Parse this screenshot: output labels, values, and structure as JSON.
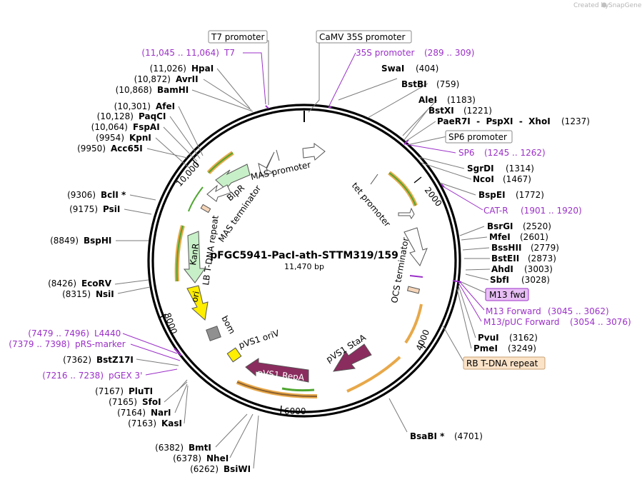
{
  "plasmid": {
    "name": "pFGC5941-PacI-ath-STTM319/159",
    "length_label": "11,470 bp"
  },
  "credit": {
    "prefix": "Created by",
    "brand": "SnapGene"
  },
  "ticks": [
    "2000",
    "4000",
    "6000",
    "8000",
    "10,000"
  ],
  "boxed_labels": {
    "t7_promoter": "T7 promoter",
    "camv35s_promoter": "CaMV 35S promoter",
    "sp6_promoter": "SP6 promoter",
    "m13_fwd": "M13 fwd",
    "rb_tdna_repeat": "RB T-DNA repeat"
  },
  "primers": [
    {
      "name": "T7",
      "pos": "(11,045 .. 11,064)"
    },
    {
      "name": "35S promoter",
      "pos": "(289 .. 309)"
    },
    {
      "name": "SP6",
      "pos": "(1245 .. 1262)"
    },
    {
      "name": "CAT-R",
      "pos": "(1901 .. 1920)"
    },
    {
      "name": "M13 Forward",
      "pos": "(3045 .. 3062)"
    },
    {
      "name": "M13/pUC Forward",
      "pos": "(3054 .. 3076)"
    },
    {
      "name": "L4440",
      "pos": "(7479 .. 7496)"
    },
    {
      "name": "pRS-marker",
      "pos": "(7379 .. 7398)"
    },
    {
      "name": "pGEX 3'",
      "pos": "(7216 .. 7238)"
    }
  ],
  "enzymes_right": [
    {
      "name": "SwaI",
      "pos": "(404)"
    },
    {
      "name": "BstBI",
      "pos": "(759)"
    },
    {
      "name": "AleI",
      "pos": "(1183)"
    },
    {
      "name": "BstXI",
      "pos": "(1221)"
    },
    {
      "name": "PaeR7I  -  PspXI  -  XhoI",
      "pos": "(1237)"
    },
    {
      "name": "SgrDI",
      "pos": "(1314)"
    },
    {
      "name": "NcoI",
      "pos": "(1467)"
    },
    {
      "name": "BspEI",
      "pos": "(1772)"
    },
    {
      "name": "BsrGI",
      "pos": "(2520)"
    },
    {
      "name": "MfeI",
      "pos": "(2601)"
    },
    {
      "name": "BssHII",
      "pos": "(2779)"
    },
    {
      "name": "BstEII",
      "pos": "(2873)"
    },
    {
      "name": "AhdI",
      "pos": "(3003)"
    },
    {
      "name": "SbfI",
      "pos": "(3028)"
    },
    {
      "name": "PvuI",
      "pos": "(3162)"
    },
    {
      "name": "PmeI",
      "pos": "(3249)"
    },
    {
      "name": "BsaBI *",
      "pos": "(4701)"
    }
  ],
  "enzymes_left": [
    {
      "name": "HpaI",
      "pos": "(11,026)"
    },
    {
      "name": "AvrII",
      "pos": "(10,872)"
    },
    {
      "name": "BamHI",
      "pos": "(10,868)"
    },
    {
      "name": "AfeI",
      "pos": "(10,301)"
    },
    {
      "name": "PaqCI",
      "pos": "(10,128)"
    },
    {
      "name": "FspAI",
      "pos": "(10,064)"
    },
    {
      "name": "KpnI",
      "pos": "(9954)"
    },
    {
      "name": "Acc65I",
      "pos": "(9950)"
    },
    {
      "name": "BclI *",
      "pos": "(9306)"
    },
    {
      "name": "PsiI",
      "pos": "(9175)"
    },
    {
      "name": "BspHI",
      "pos": "(8849)"
    },
    {
      "name": "EcoRV",
      "pos": "(8426)"
    },
    {
      "name": "NsiI",
      "pos": "(8315)"
    },
    {
      "name": "BstZ17I",
      "pos": "(7362)"
    },
    {
      "name": "PluTI",
      "pos": "(7167)"
    },
    {
      "name": "SfoI",
      "pos": "(7165)"
    },
    {
      "name": "NarI",
      "pos": "(7164)"
    },
    {
      "name": "KasI",
      "pos": "(7163)"
    },
    {
      "name": "BmtI",
      "pos": "(6382)"
    },
    {
      "name": "NheI",
      "pos": "(6378)"
    },
    {
      "name": "BsiWI",
      "pos": "(6262)"
    }
  ],
  "features": {
    "mas_promoter": "MAS promoter",
    "blpr": "BlpR",
    "mas_terminator": "MAS terminator",
    "lb_tdna_repeat": "LB T-DNA repeat",
    "kanr": "KanR",
    "ori": "ori",
    "bom": "bom",
    "pvs1_oriv": "pVS1 oriV",
    "pvs1_repa": "pVS1 RepA",
    "pvs1_staa": "pVS1 StaA",
    "tet_promoter": "tet promoter",
    "ocs_terminator": "OCS terminator"
  },
  "colors": {
    "primer": "#9b30c8",
    "orf_green": "#4fa630",
    "orf_orange": "#e8a849",
    "kanr_fill": "#c8f0c8",
    "ori_fill": "#ffee00",
    "repa_fill": "#8b2c5e",
    "rb_box": "#fbe3c8",
    "m13_box": "#e8bff5"
  }
}
